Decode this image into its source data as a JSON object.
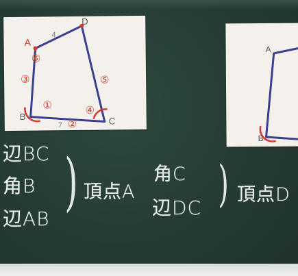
{
  "left_card": {
    "vertices": {
      "a": "A",
      "b": "B",
      "c": "C",
      "d": "D"
    },
    "side_labels": {
      "ad": "4",
      "bc": "7"
    },
    "order_marks": [
      "①",
      "②",
      "③",
      "④",
      "⑤",
      "⑥"
    ],
    "colors": {
      "lines": "#3a3f8f",
      "marks": "#d7362f"
    }
  },
  "right_card": {
    "vertices": {
      "a": "A",
      "b": "B"
    }
  },
  "board": {
    "left_group": {
      "items": [
        "辺BC",
        "角B",
        "辺AB"
      ],
      "label": "頂点A"
    },
    "right_group": {
      "items": [
        "角C",
        "辺DC"
      ],
      "label": "頂点D"
    }
  }
}
